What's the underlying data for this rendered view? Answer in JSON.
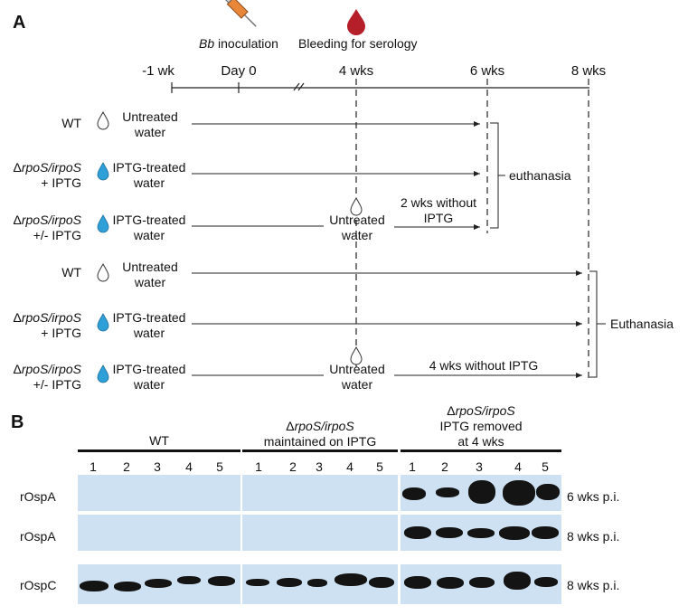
{
  "panels": {
    "a": "A",
    "b": "B"
  },
  "timeline": {
    "inoculation_italic": "Bb",
    "inoculation_rest": " inoculation",
    "bleeding": "Bleeding for serology",
    "ticks": [
      "-1 wk",
      "Day 0",
      "4 wks",
      "6 wks",
      "8 wks"
    ]
  },
  "groups": {
    "wt": "WT",
    "mut_delta": "Δ",
    "mut_italic": "rpoS/irpoS",
    "plus_iptg": "+ IPTG",
    "plusminus_iptg": "+/- IPTG"
  },
  "water": {
    "untreated_1": "Untreated",
    "untreated_2": "water",
    "iptg_1": "IPTG-treated",
    "iptg_2": "water"
  },
  "notes": {
    "two_wks_1": "2 wks without",
    "two_wks_2": "IPTG",
    "four_wks": "4 wks without IPTG",
    "euthanasia_lower": "euthanasia",
    "euthanasia_upper": "Euthanasia"
  },
  "blot": {
    "group_wt": "WT",
    "group_maint_delta": "Δ",
    "group_maint_italic": "rpoS/irpoS",
    "group_maint_2": "maintained on IPTG",
    "group_rem_delta": "Δ",
    "group_rem_italic": "rpoS/irpoS",
    "group_rem_2": "IPTG removed",
    "group_rem_3": "at 4 wks",
    "lanes": [
      "1",
      "2",
      "3",
      "4",
      "5"
    ],
    "rows": [
      {
        "antigen": "rOspA",
        "time": "6 wks p.i."
      },
      {
        "antigen": "rOspA",
        "time": "8 wks p.i."
      },
      {
        "antigen": "rOspC",
        "time": "8 wks p.i."
      }
    ]
  },
  "colors": {
    "drop_blue": "#2f9fd8",
    "syringe": "#e8863a",
    "blood": "#b51f2a",
    "blot_bg": "#cde1f2"
  }
}
